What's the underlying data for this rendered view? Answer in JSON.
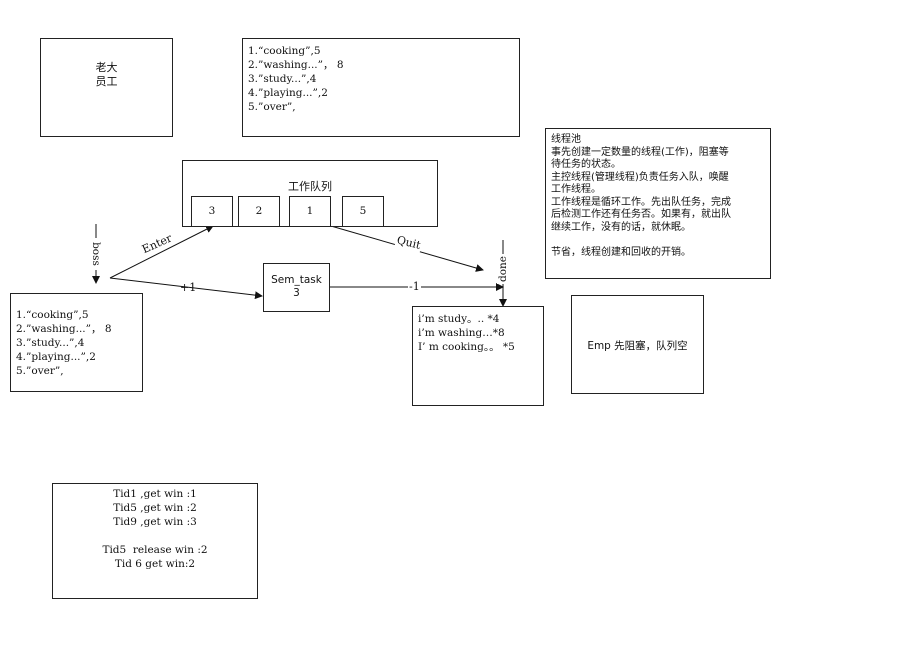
{
  "boss_box": {
    "line1": "老大",
    "line2": "员工"
  },
  "top_task_list": [
    "1.“cooking”,5",
    "2.”washing...”， 8",
    "3.”study...”,4",
    "4.”playing...”,2",
    "5.”over”,"
  ],
  "queue": {
    "title": "工作队列",
    "cells": [
      "3",
      "2",
      "1",
      "5"
    ]
  },
  "thread_pool_note": {
    "title": "线程池",
    "lines": [
      "事先创建一定数量的线程(工作)，阻塞等",
      "待任务的状态。",
      "主控线程(管理线程)负责任务入队，唤醒",
      "工作线程。",
      "工作线程是循环工作。先出队任务，完成",
      "后检测工作还有任务否。如果有，就出队",
      "继续工作，没有的话，就休眠。",
      "",
      "节省，线程创建和回收的开销。"
    ]
  },
  "labels": {
    "boss": "boss",
    "enter": "Enter",
    "plus_one": "+1",
    "quit": "Quit",
    "minus_one": "-1",
    "done": "done"
  },
  "sem_task": {
    "name": "Sem_task",
    "value": "3"
  },
  "left_task_list": [
    "1.“cooking”,5",
    "2.”washing...”， 8",
    "3.”study...”,4",
    "4.”playing...”,2",
    "5.”over”,"
  ],
  "output_box": [
    "i’m study。.. *4",
    "i’m washing…*8",
    "I’ m cooking。。 *5"
  ],
  "empty_box": {
    "text": "Emp 先阻塞，队列空"
  },
  "win_box": [
    "Tid1 ,get win :1",
    "Tid5 ,get win :2",
    "Tid9 ,get win :3",
    "",
    "Tid5  release win :2",
    "Tid 6 get win:2"
  ]
}
